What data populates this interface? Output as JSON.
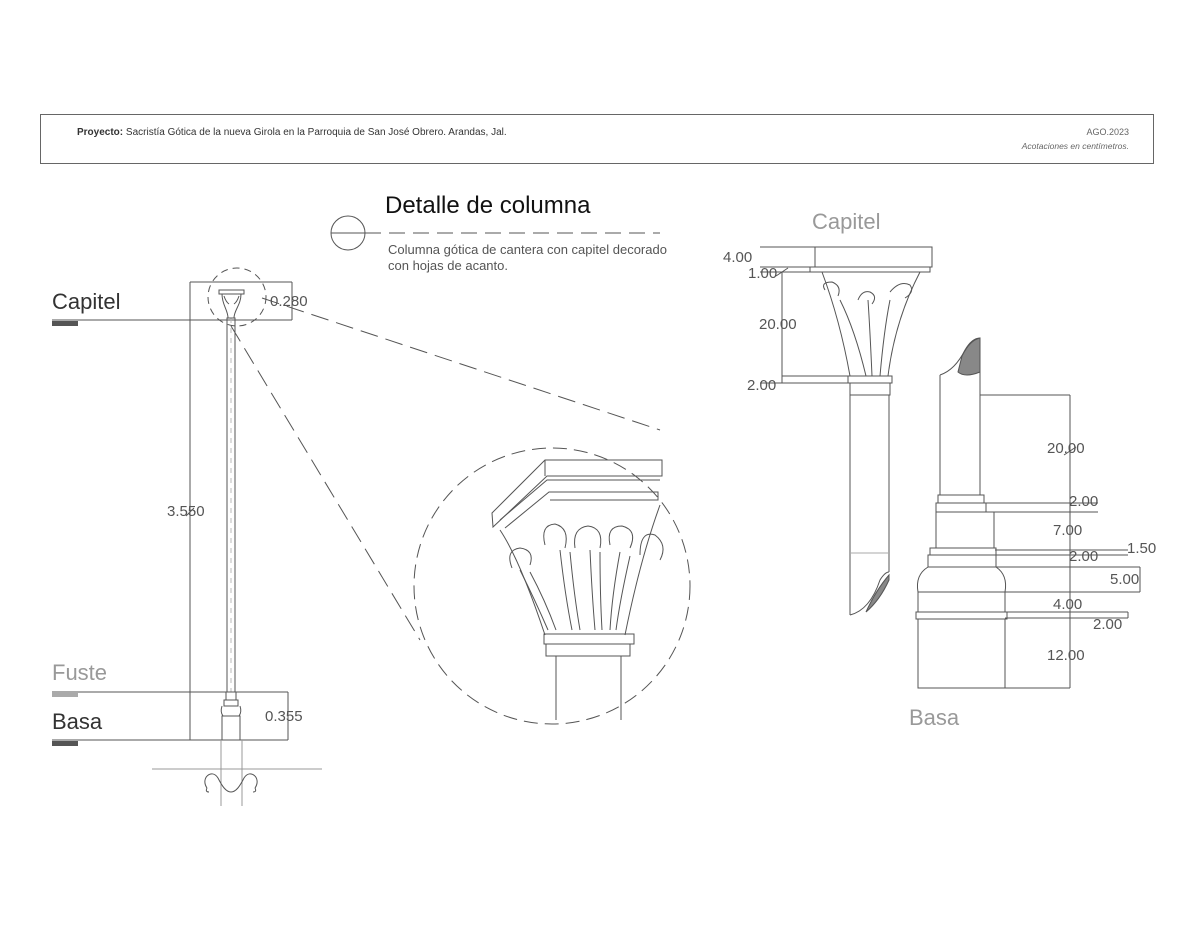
{
  "header": {
    "project_label": "Proyecto:",
    "project_text": "Sacristía Gótica de la nueva Girola en la Parroquia de San José Obrero. Arandas, Jal.",
    "date": "AGO.2023",
    "units_note": "Acotaciones en centímetros."
  },
  "detail": {
    "title": "Detalle de columna",
    "description": "Columna gótica de cantera con capitel decorado con hojas de acanto."
  },
  "elevation": {
    "labels": {
      "capitel": "Capitel",
      "fuste": "Fuste",
      "basa": "Basa"
    },
    "dims": {
      "capitel_height": "0.280",
      "shaft_height": "3.550",
      "base_height": "0.355"
    }
  },
  "capitel_detail": {
    "title": "Capitel",
    "dims": [
      "4.00",
      "1.00",
      "20.00",
      "2.00"
    ]
  },
  "basa_detail": {
    "title": "Basa",
    "dims": [
      "20.00",
      "2.00",
      "7.00",
      "1.50",
      "2.00",
      "5.00",
      "4.00",
      "2.00",
      "12.00"
    ]
  },
  "colors": {
    "line": "#555555",
    "accent_dark": "#555555",
    "accent_light": "#aaaaaa",
    "shade": "#888888"
  }
}
